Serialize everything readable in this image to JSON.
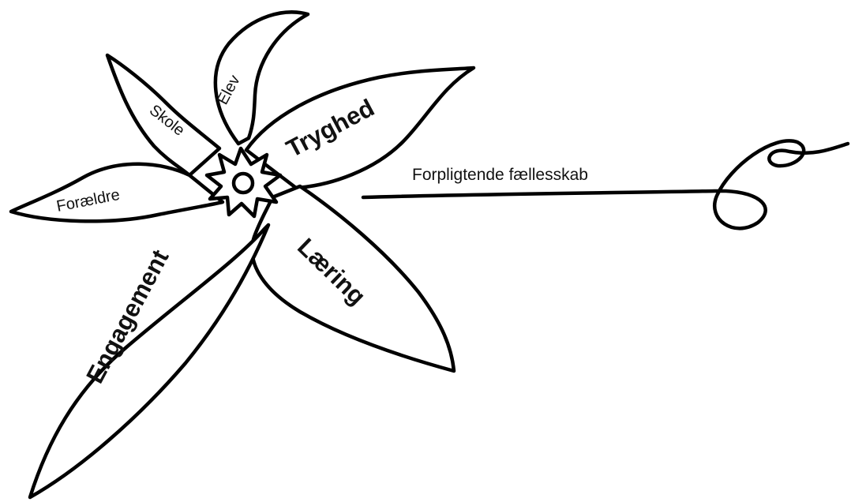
{
  "diagram": {
    "petals": {
      "elev": "Elev",
      "skole": "Skole",
      "foraeldre": "Forældre",
      "tryghed": "Tryghed",
      "laering": "Læring",
      "engagement": "Engagement"
    },
    "stem_label": "Forpligtende fællesskab",
    "colors": {
      "ink": "#000000",
      "background": "#ffffff"
    }
  }
}
